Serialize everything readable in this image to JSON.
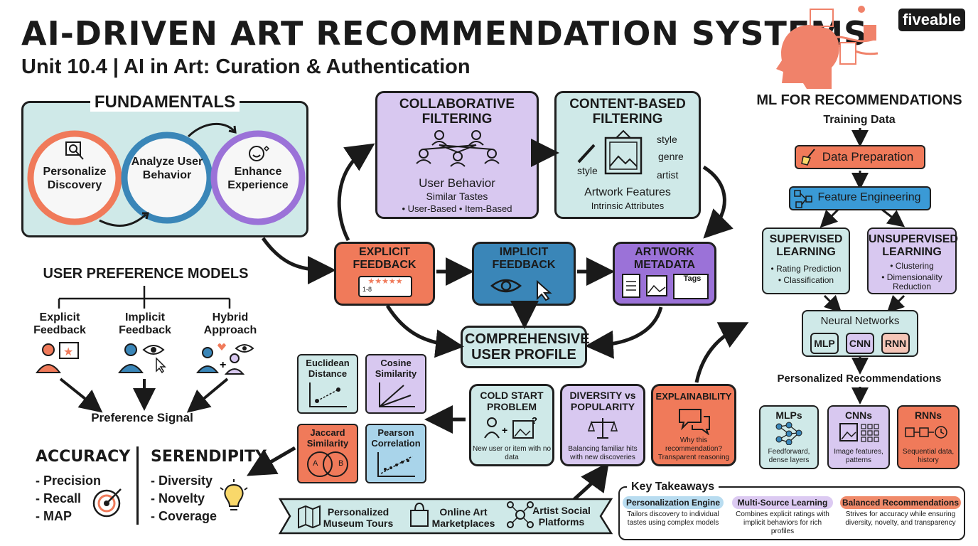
{
  "header": {
    "title": "AI-DRIVEN ART RECOMMENDATION SYSTEMS",
    "subtitle": "Unit 10.4 | AI in Art: Curation & Authentication",
    "logo": "fiveable"
  },
  "fundamentals": {
    "heading": "FUNDAMENTALS",
    "circles": [
      {
        "label": "Personalize Discovery",
        "icon": "magnifier-icon"
      },
      {
        "label": "Analyze User Behavior"
      },
      {
        "label": "Enhance Experience",
        "icon": "smile-heart-icon"
      }
    ]
  },
  "collaborative": {
    "heading": "COLLABORATIVE FILTERING",
    "line1": "User Behavior",
    "line2": "Similar Tastes",
    "line3": "• User-Based   • Item-Based"
  },
  "content_based": {
    "heading": "CONTENT-BASED FILTERING",
    "tags": [
      "style",
      "genre",
      "artist",
      "style"
    ],
    "line1": "Artwork Features",
    "line2": "Intrinsic Attributes"
  },
  "feedback": {
    "explicit": {
      "heading": "EXPLICIT FEEDBACK",
      "rating": "1-8"
    },
    "implicit": {
      "heading": "IMPLICIT FEEDBACK"
    },
    "metadata": {
      "heading": "ARTWORK METADATA",
      "tags": "Tags"
    }
  },
  "profile": {
    "label": "COMPREHENSIVE USER PROFILE"
  },
  "preference_models": {
    "heading": "USER PREFERENCE MODELS",
    "items": [
      "Explicit Feedback",
      "Implicit Feedback",
      "Hybrid Approach"
    ],
    "signal": "Preference Signal"
  },
  "metrics": {
    "accuracy": {
      "heading": "ACCURACY",
      "items": [
        "- Precision",
        "- Recall",
        "- MAP"
      ]
    },
    "serendipity": {
      "heading": "SERENDIPITY",
      "items": [
        "- Diversity",
        "- Novelty",
        "- Coverage"
      ]
    }
  },
  "similarity": {
    "euclidean": "Euclidean Distance",
    "cosine": "Cosine Similarity",
    "jaccard": "Jaccard Similarity",
    "pearson": "Pearson Correlation",
    "venn_a": "A",
    "venn_b": "B"
  },
  "challenges": {
    "cold_start": {
      "heading": "COLD START PROBLEM",
      "desc": "New user or item with no data"
    },
    "diversity": {
      "heading": "DIVERSITY vs POPULARITY",
      "desc": "Balancing familiar hits with new discoveries"
    },
    "explainability": {
      "heading": "EXPLAINABILITY",
      "desc": "Why this recommendation? Transparent reasoning"
    }
  },
  "applications": [
    "Personalized Museum Tours",
    "Online Art Marketplaces",
    "Artist Social Platforms"
  ],
  "ml": {
    "heading": "ML FOR RECOMMENDATIONS",
    "training": "Training Data",
    "prep": "Data Preparation",
    "feature": "Feature Engineering",
    "supervised": {
      "heading": "SUPERVISED LEARNING",
      "items": [
        "• Rating Prediction",
        "• Classification"
      ]
    },
    "unsupervised": {
      "heading": "UNSUPERVISED LEARNING",
      "items": [
        "• Clustering",
        "• Dimensionality Reduction"
      ]
    },
    "neural": {
      "heading": "Neural Networks",
      "chips": [
        "MLP",
        "CNN",
        "RNN"
      ]
    },
    "personalized": "Personalized Recommendations",
    "cards": [
      {
        "heading": "MLPs",
        "desc": "Feedforward, dense layers"
      },
      {
        "heading": "CNNs",
        "desc": "Image features, patterns"
      },
      {
        "heading": "RNNs",
        "desc": "Sequential data, history"
      }
    ]
  },
  "takeaways": {
    "heading": "Key Takeaways",
    "items": [
      {
        "tag": "Personalization Engine",
        "desc": "Tailors discovery to individual tastes using complex models",
        "color": "#b8dcf0"
      },
      {
        "tag": "Multi-Source Learning",
        "desc": "Combines explicit ratings with implicit behaviors for rich profiles",
        "color": "#dccaf2"
      },
      {
        "tag": "Balanced Recommendations",
        "desc": "Strives for accuracy while ensuring diversity, novelty, and transparency",
        "color": "#f08a6a"
      }
    ]
  }
}
